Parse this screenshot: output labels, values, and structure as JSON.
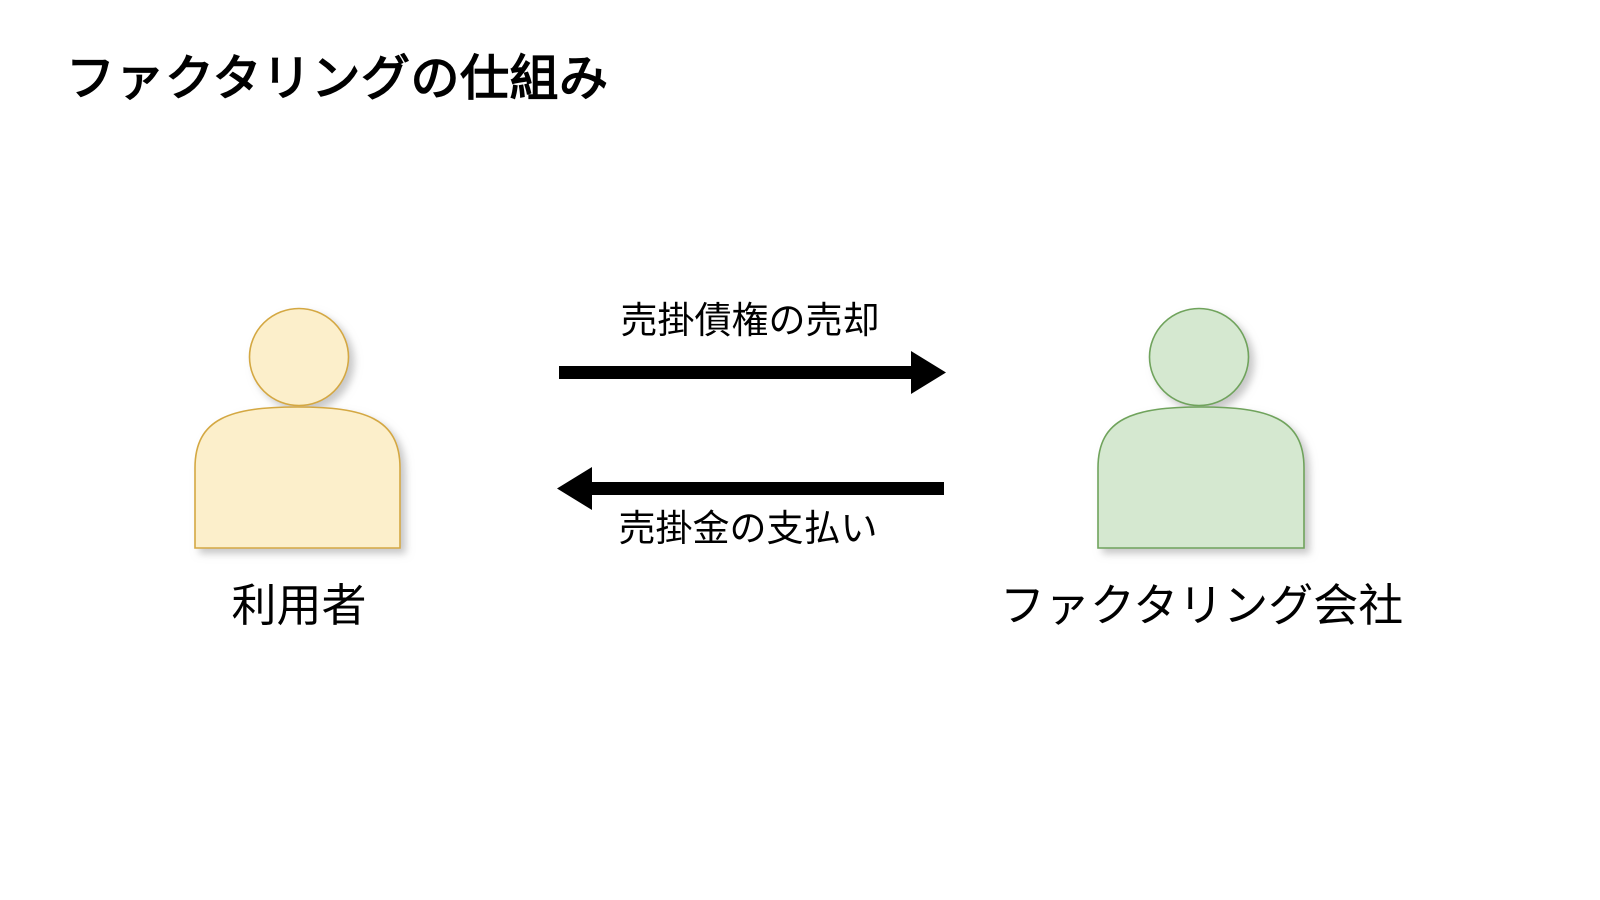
{
  "slide": {
    "title": "ファクタリングの仕組み",
    "background_color": "#FFFFFF"
  },
  "nodes": [
    {
      "id": "user",
      "label": "利用者",
      "icon": "person-icon",
      "fill_color": "#FCEFCB",
      "stroke_color": "#D4A843"
    },
    {
      "id": "factoring-company",
      "label": "ファクタリング会社",
      "icon": "person-icon",
      "fill_color": "#D5E8D0",
      "stroke_color": "#6FA35C"
    }
  ],
  "flows": [
    {
      "id": "flow-top",
      "label": "売掛債権の売却",
      "direction": "right",
      "from": "user",
      "to": "factoring-company",
      "color": "#000000"
    },
    {
      "id": "flow-bottom",
      "label": "売掛金の支払い",
      "direction": "left",
      "from": "factoring-company",
      "to": "user",
      "color": "#000000"
    }
  ]
}
